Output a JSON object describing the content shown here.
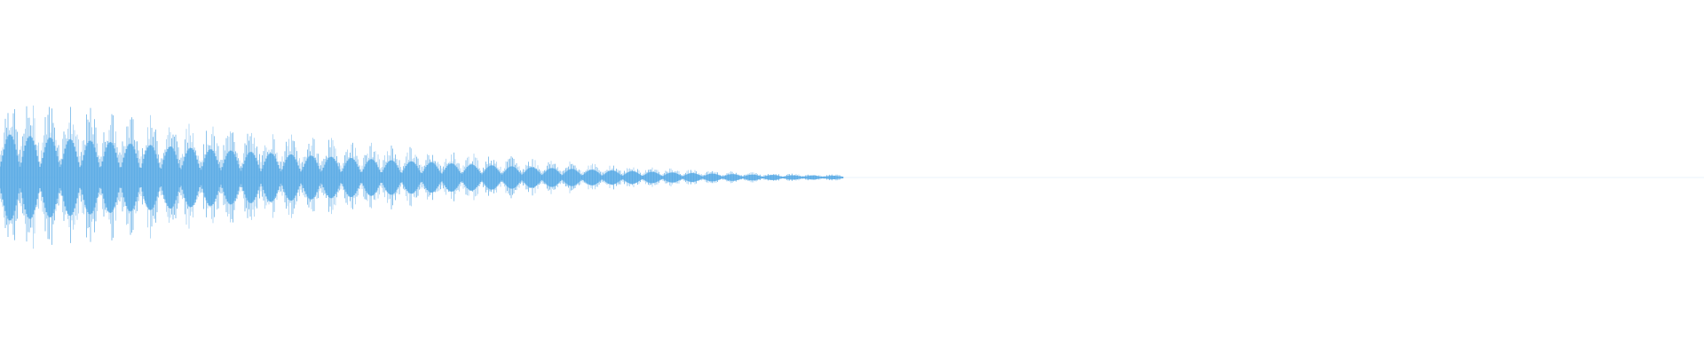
{
  "waveform": {
    "color_light": "#b7daf5",
    "color_mid": "#8cc3ec",
    "color_dark": "#5fade6",
    "duration_fraction_with_signal": 0.5,
    "envelope": {
      "shape": "decaying",
      "peak_amplitude": 1.0,
      "end_amplitude": 0.04,
      "pulse_count": 42
    }
  }
}
